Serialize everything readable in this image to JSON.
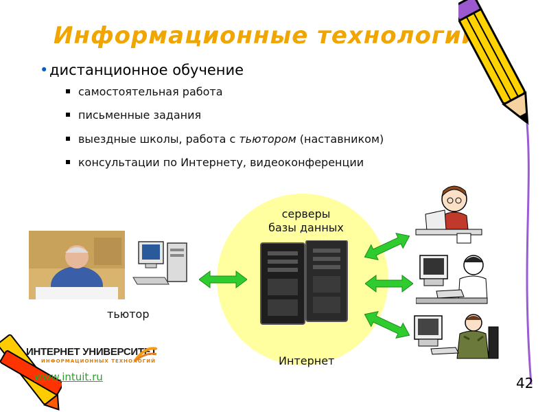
{
  "title": "Информационные технологии",
  "main_bullet": "дистанционное обучение",
  "sub_bullets": [
    "самостоятельная работа",
    "письменные задания",
    "консультации по Интернету, видеоконференции"
  ],
  "sub_bullet_tutor": {
    "before": "выездные школы, работа с ",
    "italic": "тьютором",
    "after": " (наставником)"
  },
  "diagram": {
    "servers_line1": "серверы",
    "servers_line2": "базы данных",
    "internet": "Интернет",
    "tutor": "тьютор"
  },
  "logo": {
    "name": "ИНТЕРНЕТ УНИВЕРСИТЕТ",
    "subtitle": "ИНФОРМАЦИОННЫХ ТЕХНОЛОГИЙ"
  },
  "site_link": "www.intuit.ru",
  "slide_number": "42",
  "colors": {
    "title": "#f0a500",
    "arrow": "#2ecc2e",
    "circle": "#ffffa0",
    "link": "#2d9f2d"
  },
  "icons": [
    "pencil-icon",
    "crayon-icon",
    "computer-icon",
    "server-icon",
    "student-laptop-icon",
    "student-desktop-icon"
  ]
}
